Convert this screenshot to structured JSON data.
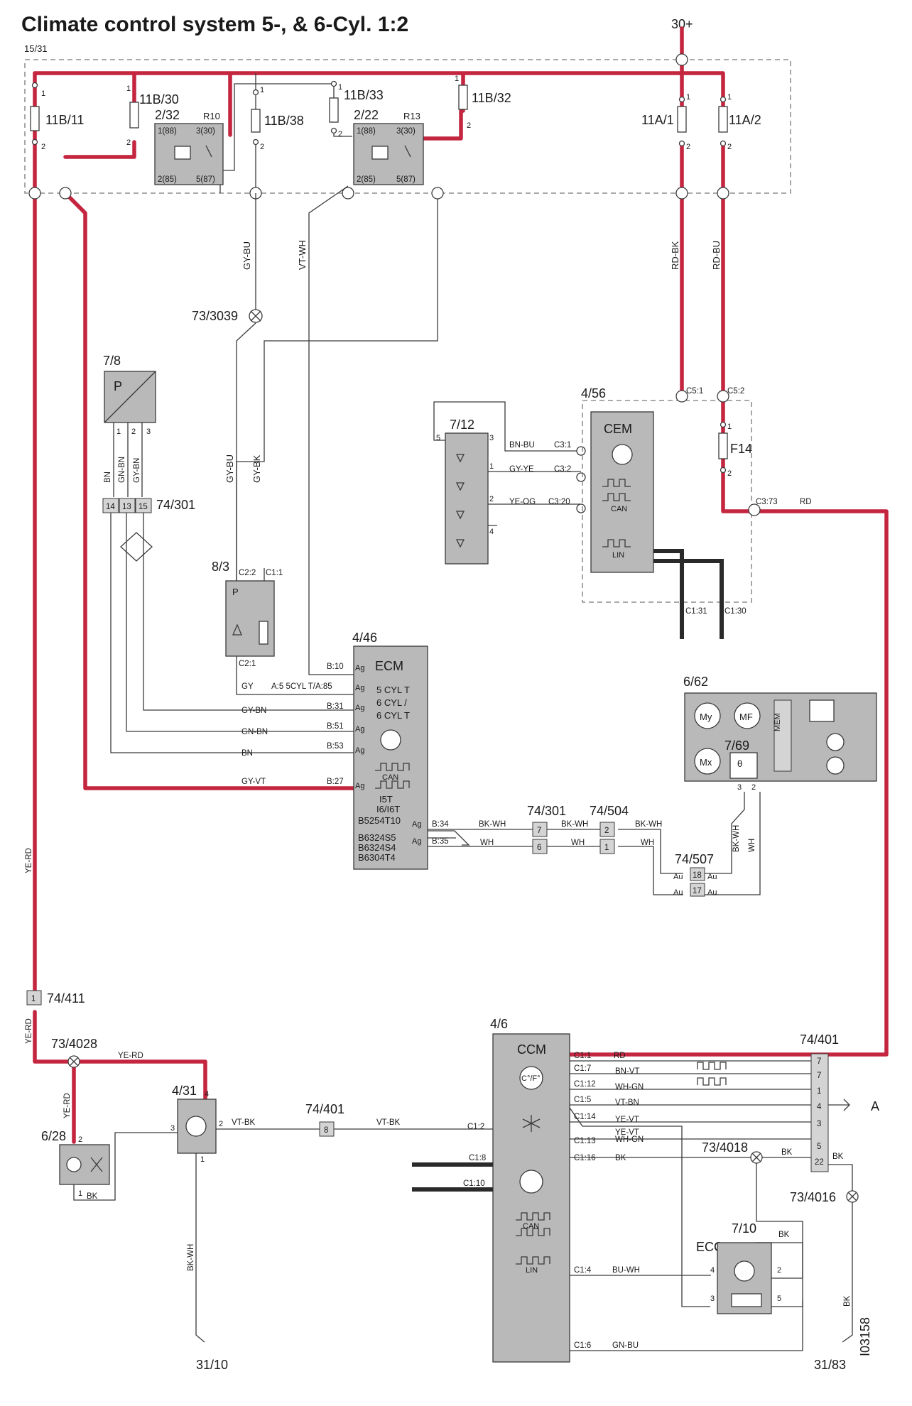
{
  "title": "Climate control system 5-, & 6-Cyl. 1:2",
  "doc_id": "I03158",
  "supply": {
    "plus30": "30+",
    "plus15_31": "15/31"
  },
  "fuses": {
    "f11b11": "11B/11",
    "f11b30": "11B/30",
    "f11b38": "11B/38",
    "f11b33": "11B/33",
    "f11b32": "11B/32",
    "f11a1": "11A/1",
    "f11a2": "11A/2",
    "f14": "F14"
  },
  "relays": {
    "r1": {
      "id": "2/32",
      "name": "R10",
      "p1": "1(88)",
      "p3": "3(30)",
      "p2": "2(85)",
      "p5": "5(87)"
    },
    "r2": {
      "id": "2/22",
      "name": "R13",
      "p1": "1(88)",
      "p3": "3(30)",
      "p2": "2(85)",
      "p5": "5(87)"
    }
  },
  "splices": {
    "s3039": "73/3039",
    "s4028": "73/4028",
    "s4018": "73/4018",
    "s4016": "73/4016"
  },
  "grounds": {
    "g1": "31/10",
    "g2": "31/83"
  },
  "components": {
    "c78": "7/8",
    "c78_sym": "P",
    "c83": "8/3",
    "c83_sym": "P",
    "c712": "7/12",
    "c456": "4/56",
    "cem": "CEM",
    "c446": "4/46",
    "ecm": "ECM",
    "ecm_text": [
      "5 CYL T",
      "6 CYL /",
      "6 CYL T"
    ],
    "ecm_code": [
      "I5T",
      "I6/I6T",
      "B5254T10",
      "B6324S5",
      "B6324S4",
      "B6304T4"
    ],
    "c662": "6/62",
    "c769": "7/69",
    "c46": "4/6",
    "ccm": "CCM",
    "ccm_sym": "C°/F°",
    "c431": "4/31",
    "c628": "6/28",
    "c710": "7/10",
    "ecc": "ECC",
    "can": "CAN",
    "lin": "LIN",
    "mem": "MEM",
    "my": "My",
    "mf": "MF",
    "mx": "Mx",
    "theta": "θ"
  },
  "connectors": {
    "k74301": "74/301",
    "k74504": "74/504",
    "k74507": "74/507",
    "k74411": "74/411",
    "k74401": "74/401"
  },
  "k74301_top": [
    "14",
    "13",
    "15"
  ],
  "wires": {
    "gybu": "GY-BU",
    "vtwh": "VT-WH",
    "gybk": "GY-BK",
    "rdbk": "RD-BK",
    "rdbu": "RD-BU",
    "bn": "BN",
    "gnbn": "GN-BN",
    "gybn": "GY-BN",
    "bnbu": "BN-BU",
    "gyye": "GY-YE",
    "yeog": "YE-OG",
    "rd": "RD",
    "gy": "GY",
    "gyvt": "GY-VT",
    "bkwh": "BK-WH",
    "wh": "WH",
    "yerd": "YE-RD",
    "vtbk": "VT-BK",
    "bk": "BK",
    "bnvt": "BN-VT",
    "whgn": "WH-GN",
    "vtbn": "VT-BN",
    "yevt": "YE-VT",
    "buwh": "BU-WH",
    "gnbu": "GN-BU"
  },
  "pins": {
    "c51": "C5:1",
    "c52": "C5:2",
    "c31": "C3:1",
    "c32": "C3:2",
    "c320": "C3:20",
    "c373": "C3:73",
    "c131": "C1:31",
    "c130": "C1:30",
    "c22": "C2:2",
    "c11": "C1:1",
    "c21": "C2:1",
    "b10": "B:10",
    "a5": "A:5 5CYL T/A:85",
    "b31": "B:31",
    "b51": "B:51",
    "b53": "B:53",
    "b27": "B:27",
    "b34": "B:34",
    "b35": "B:35",
    "ag": "Ag",
    "au": "Au",
    "cc1": "C1:1",
    "cc7": "C1:7",
    "cc12": "C1:12",
    "cc5": "C1:5",
    "cc14": "C1:14",
    "cc13": "C1:13",
    "cc16": "C1:16",
    "cc2": "C1:2",
    "cc8": "C1:8",
    "cc10": "C1:10",
    "cc4": "C1:4",
    "cc6": "C1:6"
  },
  "k74401_pins": [
    "7",
    "7",
    "1",
    "4",
    "3",
    "5",
    "22"
  ],
  "arrow_label": "A"
}
